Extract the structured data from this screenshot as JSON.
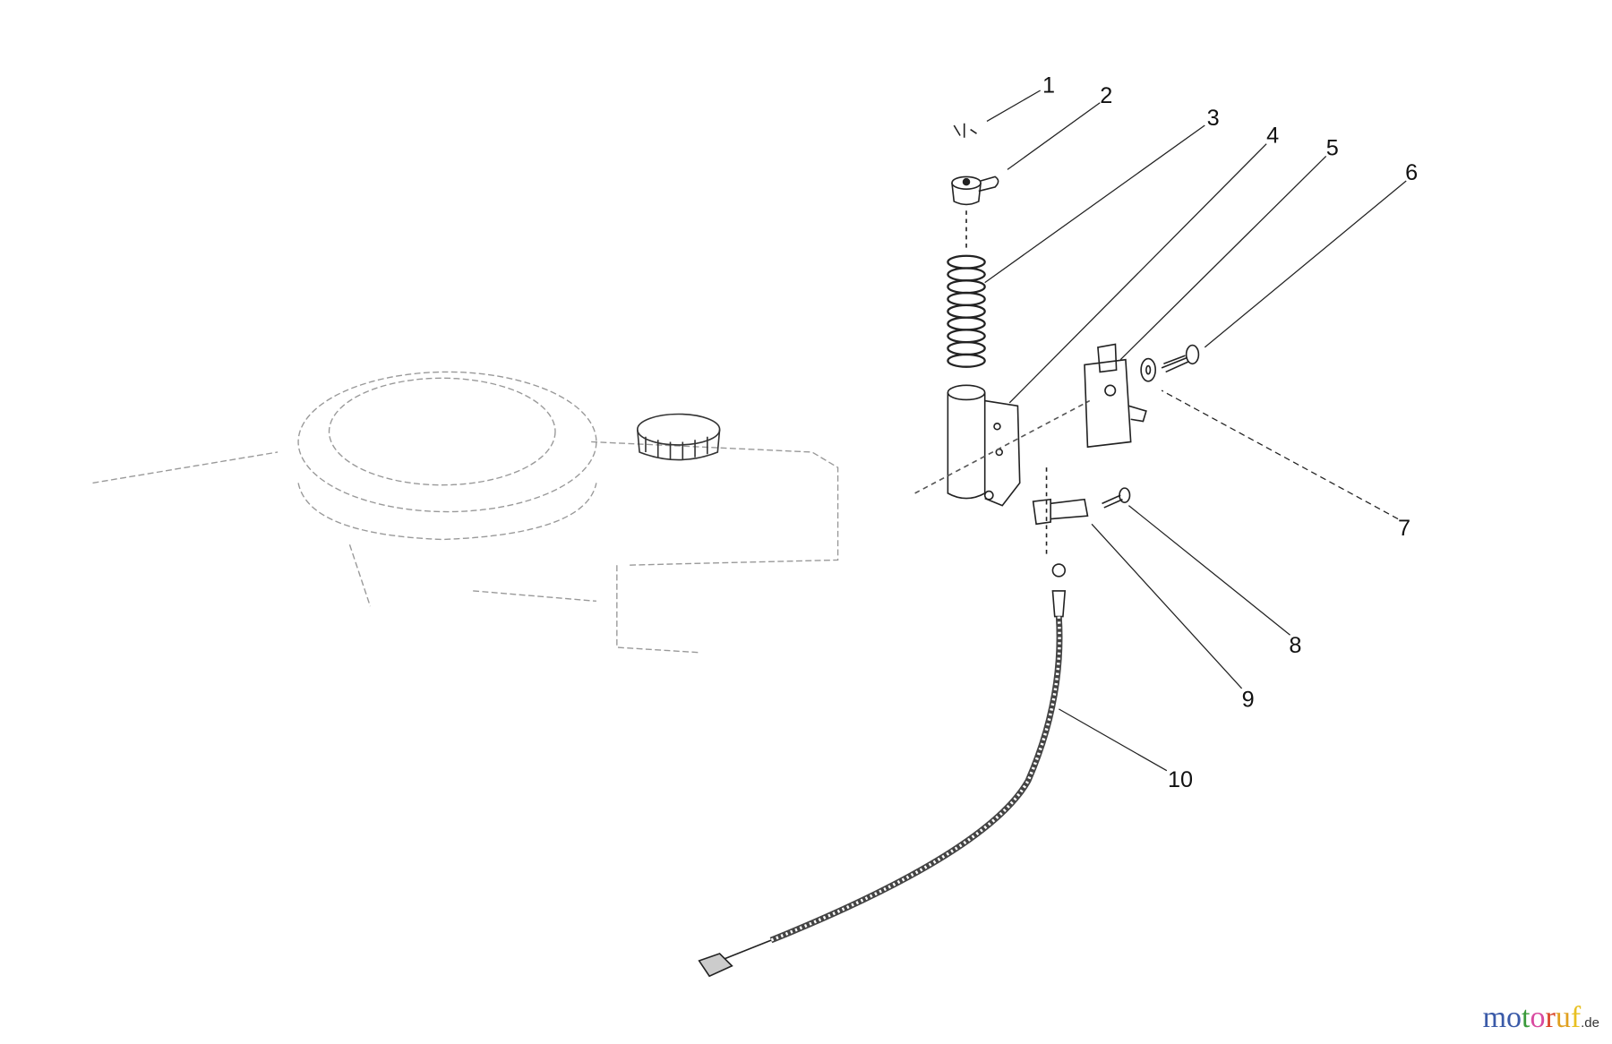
{
  "diagram": {
    "callouts": [
      "1",
      "2",
      "3",
      "4",
      "5",
      "6",
      "7",
      "8",
      "9",
      "10"
    ]
  },
  "watermark": {
    "text": "motoruf",
    "suffix": ".de",
    "letters": [
      "m",
      "o",
      "t",
      "o",
      "r",
      "u",
      "f"
    ],
    "colors": [
      "#3a5aa8",
      "#3a5aa8",
      "#3a9a3a",
      "#d94aa0",
      "#d9452a",
      "#e0a020",
      "#e8c020"
    ]
  }
}
